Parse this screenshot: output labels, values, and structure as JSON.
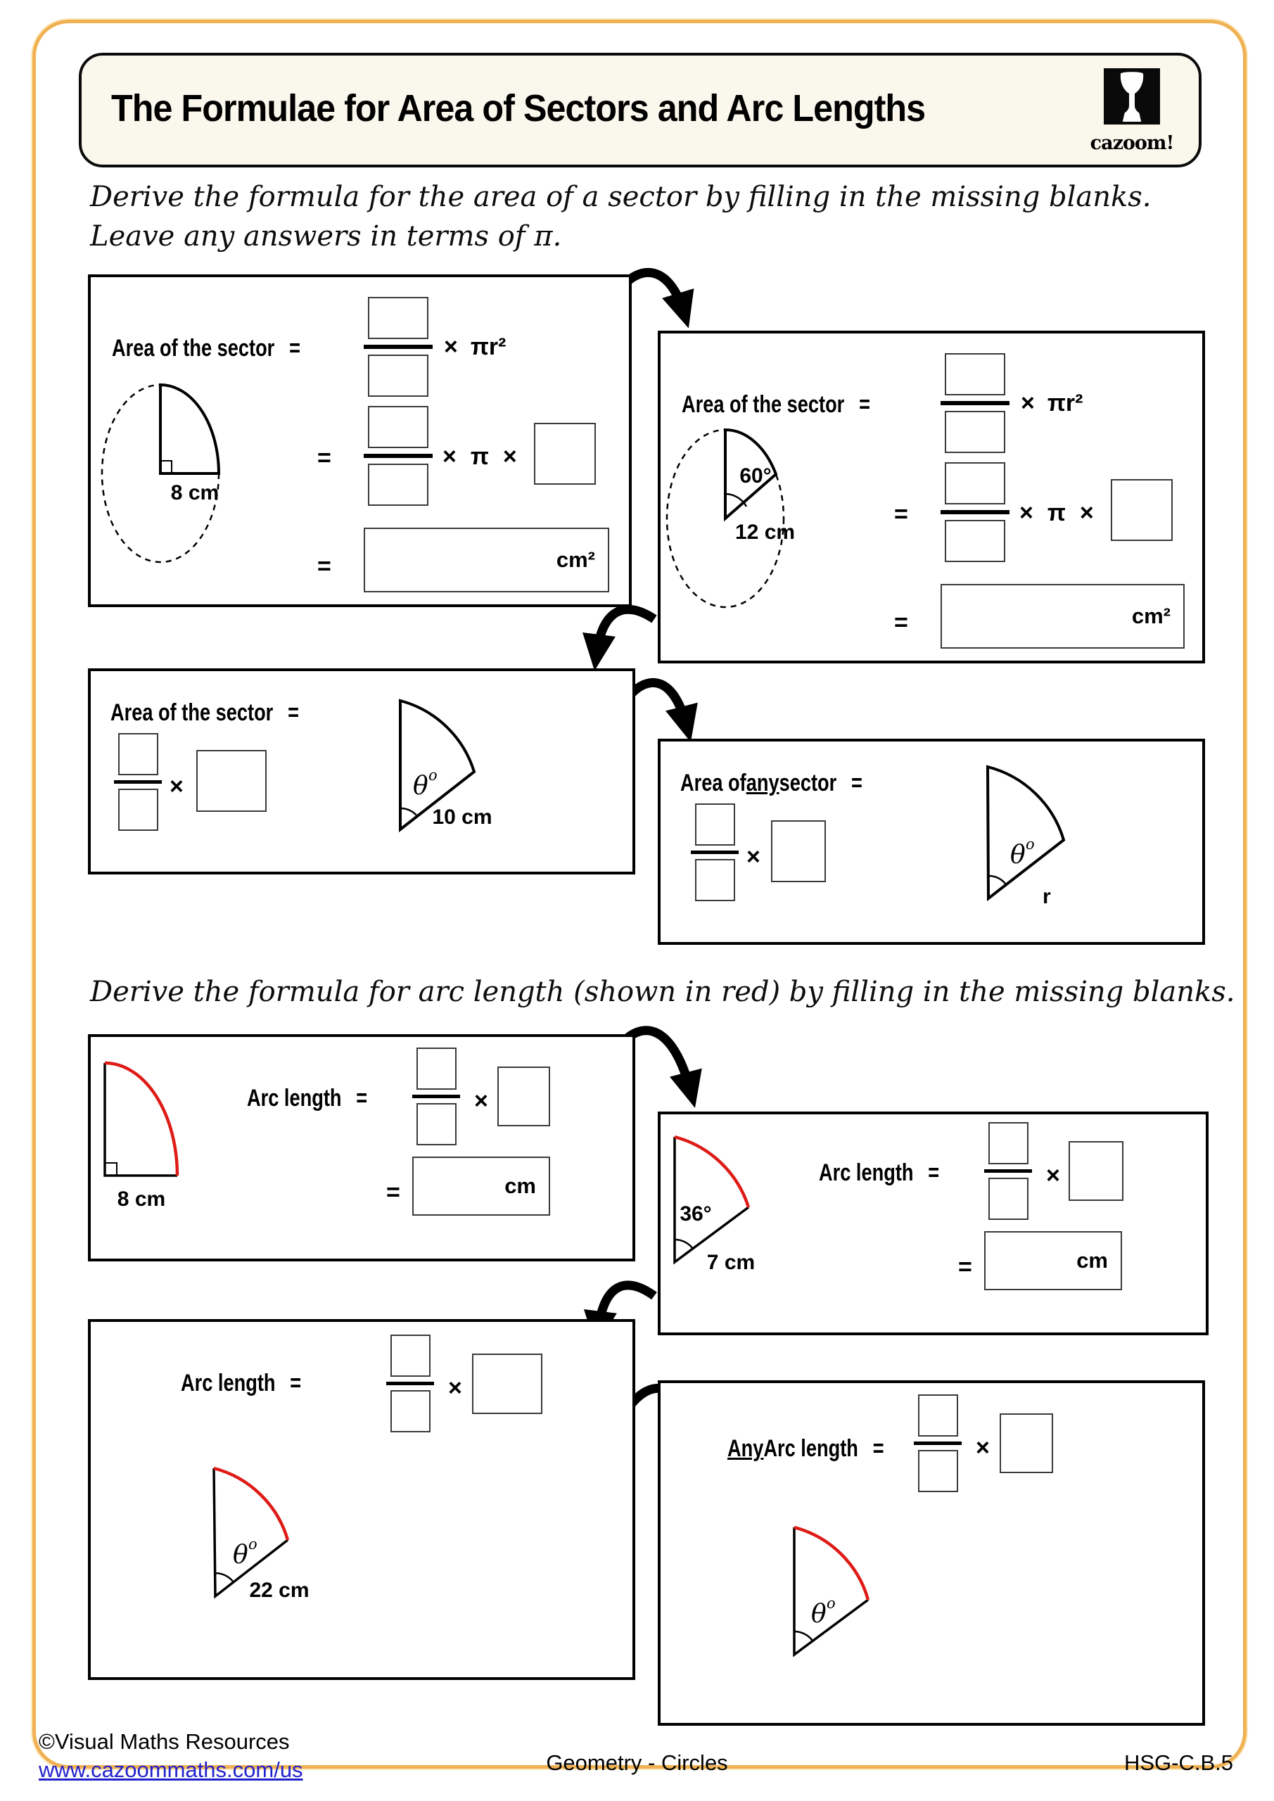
{
  "header": {
    "title": "The Formulae for Area of Sectors and Arc Lengths",
    "logo": "cazoom!"
  },
  "instructions": {
    "area_1": "Derive the formula for the area of a sector by filling in the missing blanks.",
    "area_2": "Leave any answers in terms of π.",
    "arc": "Derive the formula for arc length (shown in red) by filling in the missing blanks."
  },
  "symbols": {
    "equals": "=",
    "times": "×",
    "pi": "π",
    "pi_r_squared": "πr²",
    "theta": "θ",
    "theta_sup": "o"
  },
  "area_boxes": {
    "box1": {
      "label": "Area of the sector",
      "radius": "8 cm",
      "unit": "cm²"
    },
    "box2": {
      "label": "Area of the sector",
      "angle": "60°",
      "radius": "12 cm",
      "unit": "cm²"
    },
    "box3": {
      "label": "Area of the sector",
      "radius": "10 cm"
    },
    "box4": {
      "label_prefix": "Area of ",
      "label_underlined": "any",
      "label_suffix": " sector",
      "radius": "r"
    }
  },
  "arc_boxes": {
    "box1": {
      "label": "Arc length",
      "radius": "8 cm",
      "unit": "cm"
    },
    "box2": {
      "label": "Arc length",
      "angle": "36°",
      "radius": "7 cm",
      "unit": "cm"
    },
    "box3": {
      "label": "Arc length",
      "radius": "22 cm"
    },
    "box4": {
      "label_underlined": "Any",
      "label_suffix": " Arc length"
    }
  },
  "footer": {
    "copyright": "©Visual Maths Resources",
    "link": "www.cazoommaths.com/us",
    "subject": "Geometry - Circles",
    "code": "HSG-C.B.5"
  },
  "colors": {
    "accent_border": "#F0B152",
    "arc_red": "#DE1B16",
    "link_blue": "#2222CC"
  }
}
